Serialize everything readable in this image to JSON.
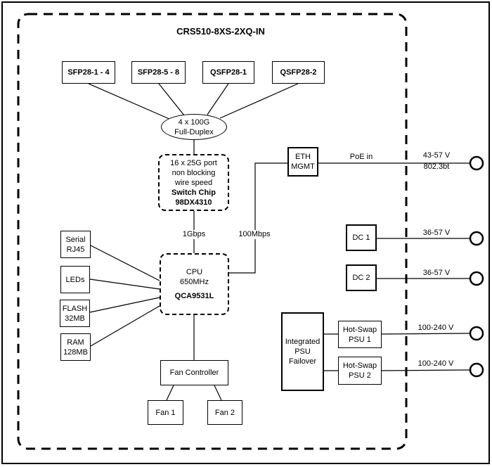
{
  "title": "CRS510-8XS-2XQ-IN",
  "ports": [
    {
      "label": "SFP28-1 - 4"
    },
    {
      "label": "SFP28-5 - 8"
    },
    {
      "label": "QSFP28-1"
    },
    {
      "label": "QSFP28-2"
    }
  ],
  "uplink": {
    "line1": "4 x 100G",
    "line2": "Full-Duplex"
  },
  "switch_chip": {
    "desc1": "16 x 25G port",
    "desc2": "non blocking",
    "desc3": "wire speed",
    "name": "Switch Chip",
    "model": "98DX4310"
  },
  "cpu": {
    "name": "CPU",
    "clock": "650MHz",
    "model": "QCA9531L"
  },
  "eth_mgmt": {
    "line1": "ETH",
    "line2": "MGMT"
  },
  "links": {
    "switch_cpu": "1Gbps",
    "cpu_eth": "100Mbps",
    "poe": "PoE in"
  },
  "peripherals": {
    "serial": {
      "line1": "Serial",
      "line2": "RJ45"
    },
    "leds": {
      "label": "LEDs"
    },
    "flash": {
      "line1": "FLASH",
      "line2": "32MB"
    },
    "ram": {
      "line1": "RAM",
      "line2": "128MB"
    }
  },
  "fans": {
    "controller": "Fan Controller",
    "fan1": "Fan 1",
    "fan2": "Fan 2"
  },
  "power": {
    "poe_rating1": "43-57 V",
    "poe_rating2": "802.3bt",
    "dc1": {
      "label": "DC 1",
      "rating": "36-57 V"
    },
    "dc2": {
      "label": "DC 2",
      "rating": "36-57 V"
    },
    "failover": {
      "line1": "Integrated",
      "line2": "PSU",
      "line3": "Failover"
    },
    "psu1": {
      "line1": "Hot-Swap",
      "line2": "PSU 1",
      "rating": "100-240 V"
    },
    "psu2": {
      "line1": "Hot-Swap",
      "line2": "PSU 2",
      "rating": "100-240 V"
    }
  },
  "colors": {
    "ink": "#000000",
    "background": "#ffffff"
  }
}
